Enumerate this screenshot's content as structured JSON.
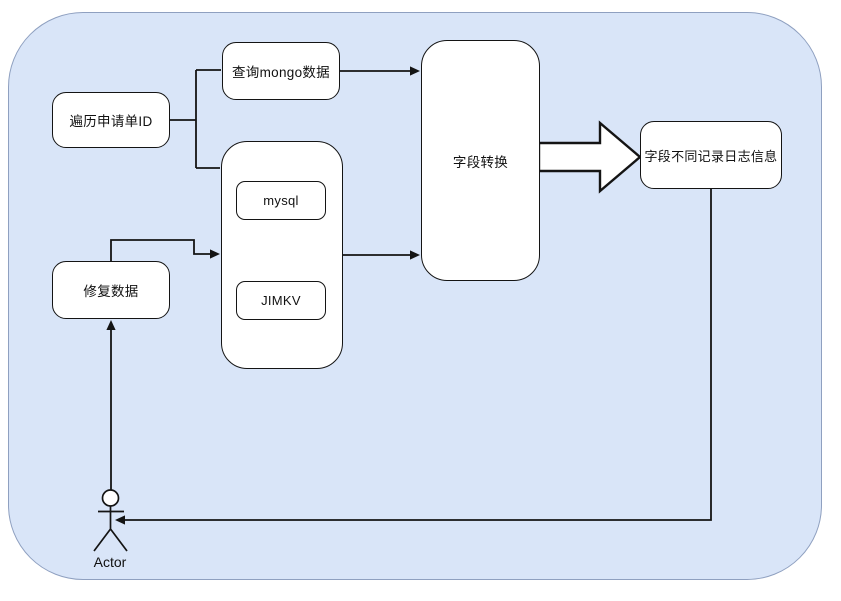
{
  "diagram": {
    "type": "flowchart",
    "colors": {
      "boundary_fill": "#d9e5f8",
      "boundary_border": "#8fa0c0",
      "node_fill": "#ffffff",
      "node_border": "#141414",
      "line": "#141414"
    },
    "nodes": {
      "traverse_id": {
        "label": "遍历申请单ID"
      },
      "query_mongo": {
        "label": "查询mongo数据"
      },
      "db_group": {
        "label": ""
      },
      "mysql": {
        "label": "mysql"
      },
      "jimkv": {
        "label": "JIMKV"
      },
      "field_convert": {
        "label": "字段转换"
      },
      "log_info": {
        "label": "字段不同记录日志信息"
      },
      "repair_data": {
        "label": "修复数据"
      },
      "actor": {
        "label": "Actor"
      }
    },
    "edges": [
      {
        "from": "traverse_id",
        "to": "query_mongo",
        "style": "plain-line"
      },
      {
        "from": "traverse_id",
        "to": "db_group",
        "style": "plain-line"
      },
      {
        "from": "query_mongo",
        "to": "field_convert",
        "style": "arrow"
      },
      {
        "from": "db_group",
        "to": "field_convert",
        "style": "arrow"
      },
      {
        "from": "repair_data",
        "to": "db_group",
        "style": "arrow"
      },
      {
        "from": "field_convert",
        "to": "log_info",
        "style": "block-arrow"
      },
      {
        "from": "log_info",
        "to": "actor",
        "style": "arrow"
      },
      {
        "from": "actor",
        "to": "repair_data",
        "style": "arrow"
      }
    ]
  }
}
